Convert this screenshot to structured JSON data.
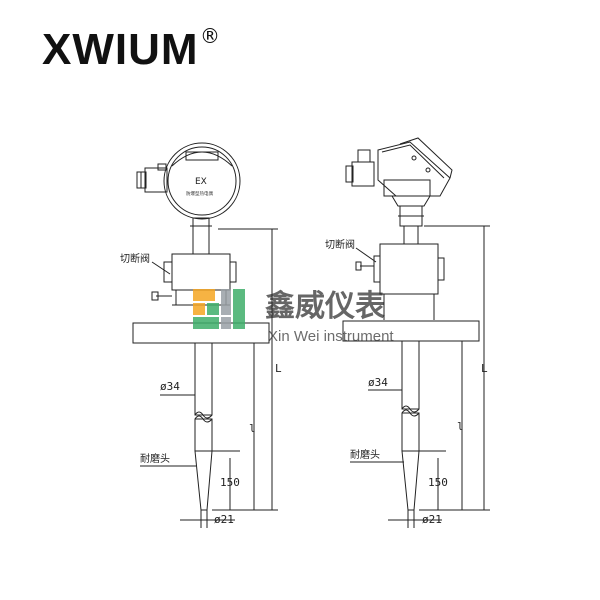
{
  "brand": {
    "name": "XWIUM",
    "mark": "®"
  },
  "left": {
    "head_label": "EX",
    "head_small_text": "防爆型热电偶",
    "valve_label": "切断阀",
    "dia_top": "ø34",
    "tip_label": "耐磨头",
    "dim_L": "L",
    "dim_l": "l",
    "dim_150": "150",
    "dia_bottom": "ø21"
  },
  "right": {
    "valve_label": "切断阀",
    "dia_top": "ø34",
    "tip_label": "耐磨头",
    "dim_L": "L",
    "dim_l": "l",
    "dim_150": "150",
    "dia_bottom": "ø21"
  },
  "watermark": {
    "title": "鑫威仪表",
    "subtitle": "Xin Wei instrument",
    "colors": {
      "orange": "#f5a623",
      "green": "#3fae6a",
      "gray": "#9aa0a6"
    }
  }
}
